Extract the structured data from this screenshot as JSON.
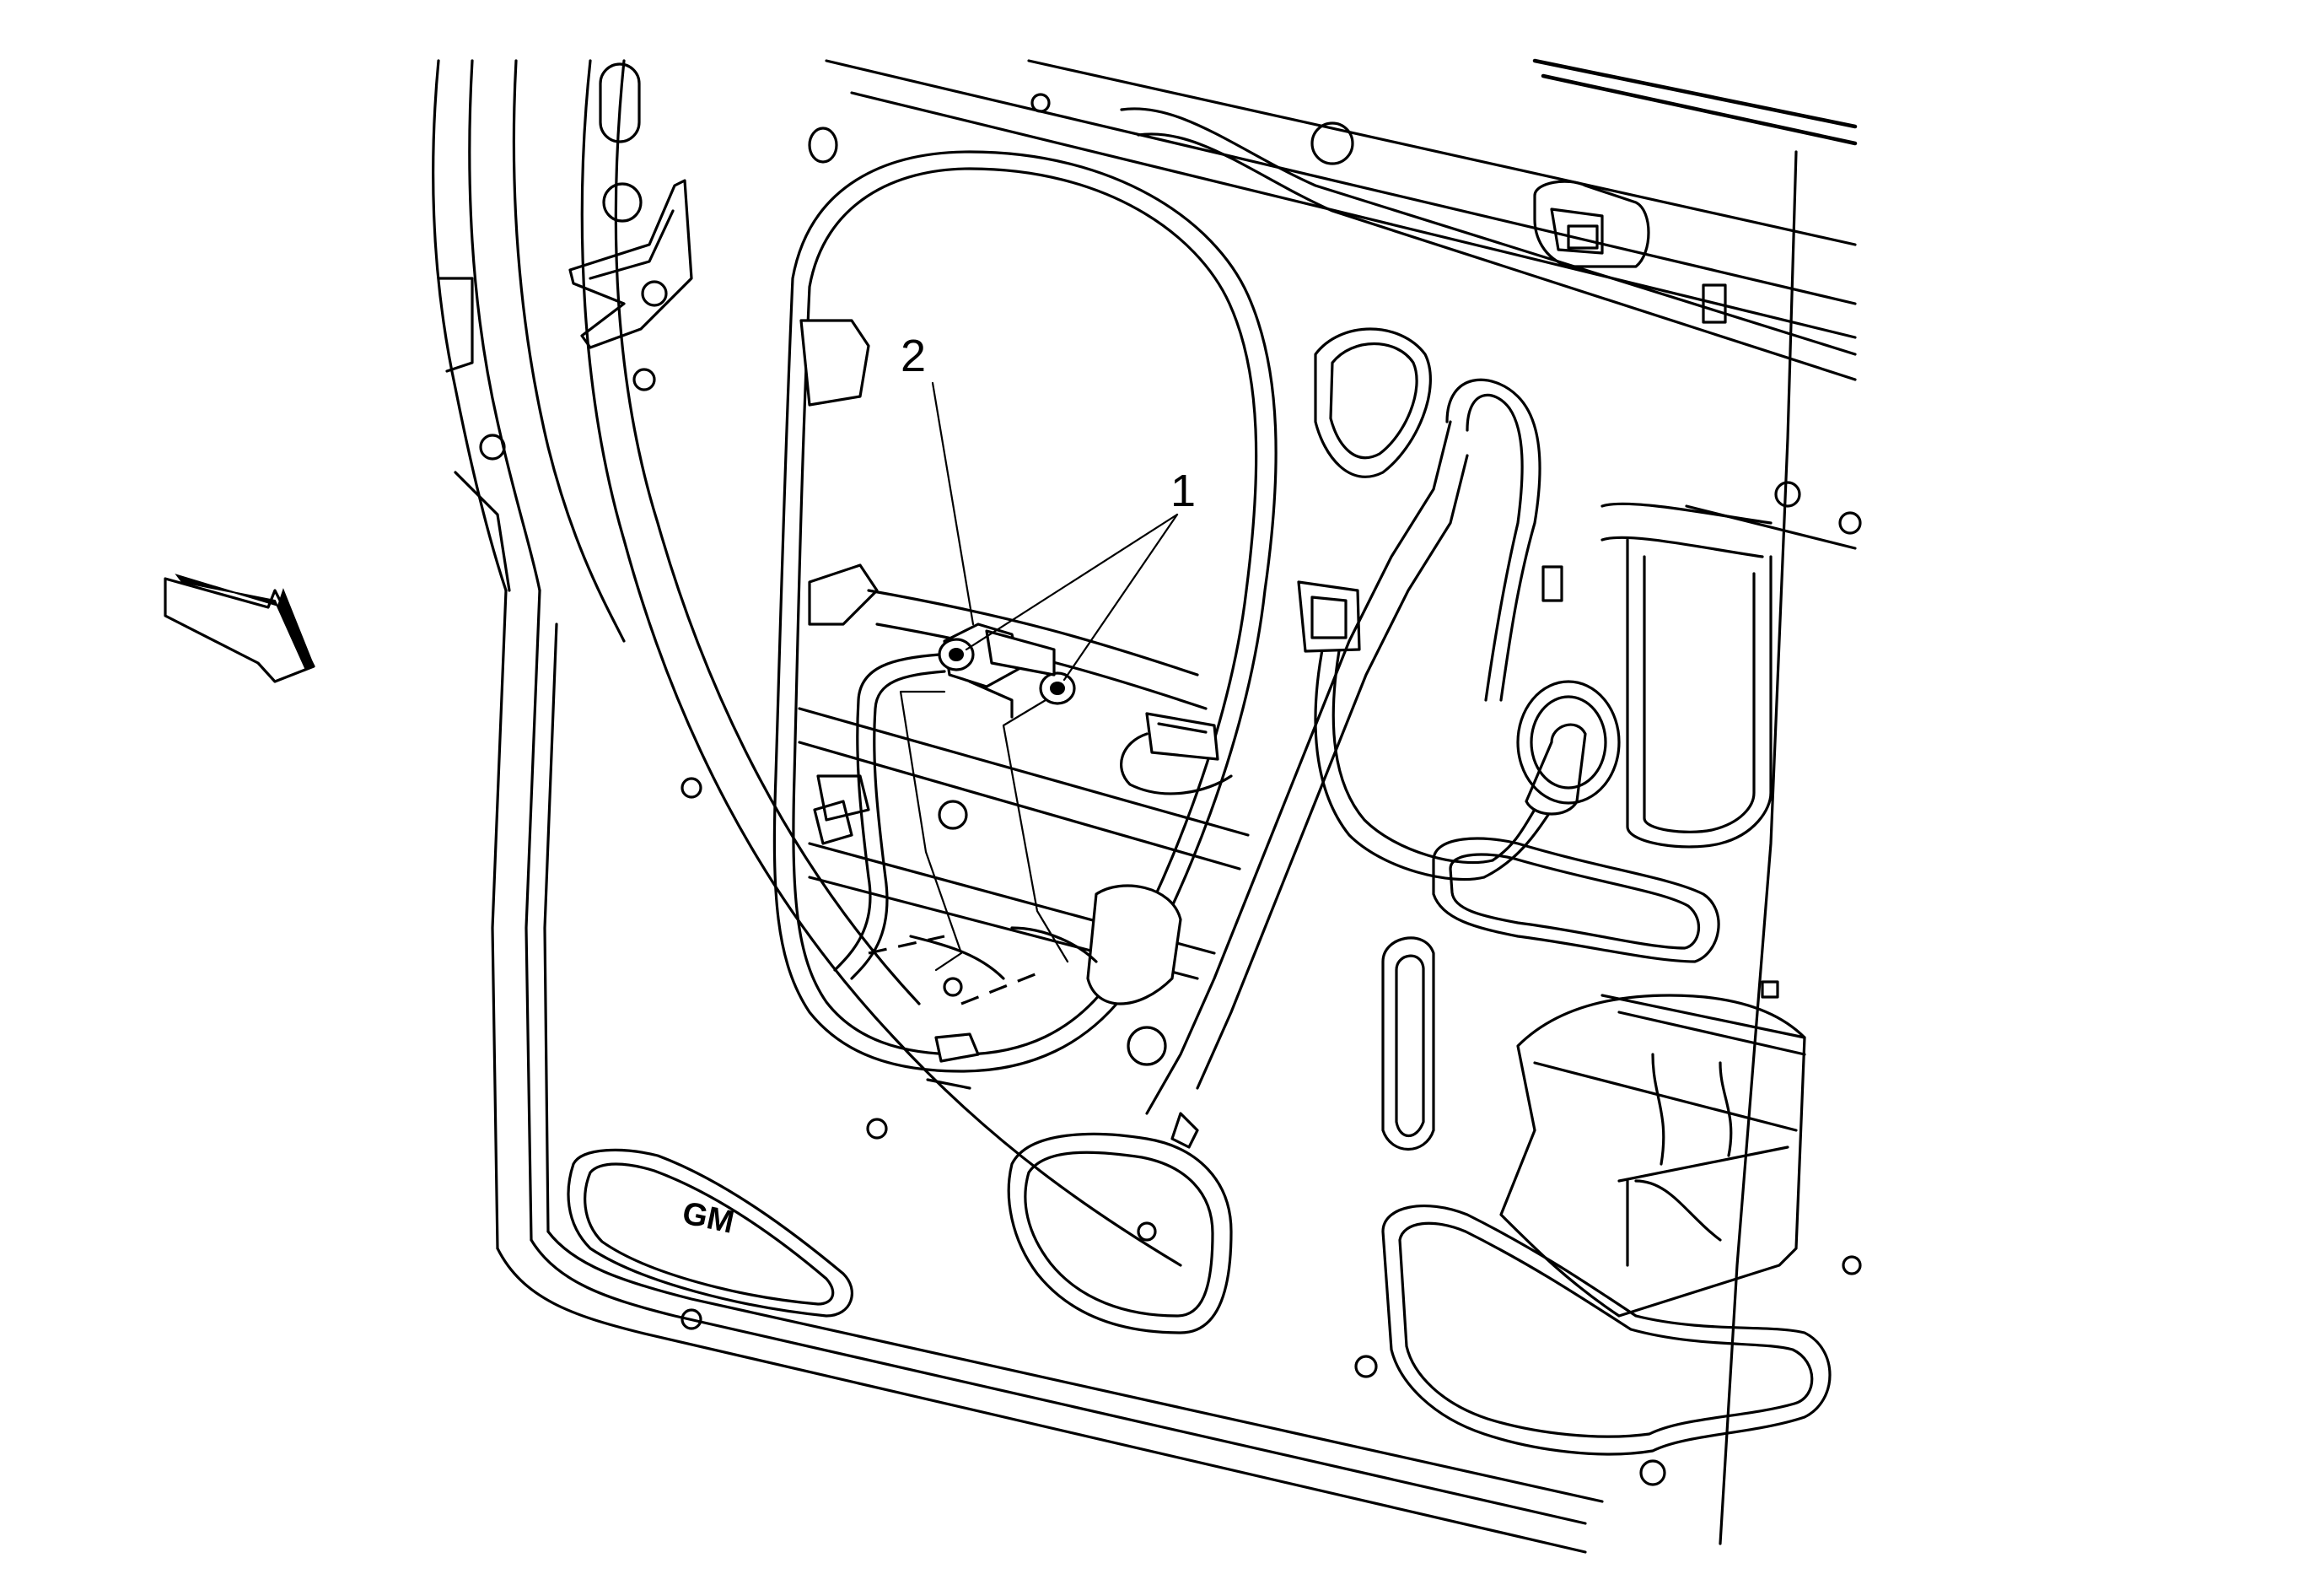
{
  "callouts": [
    {
      "label": "1",
      "part": "fastener"
    },
    {
      "label": "2",
      "part": "connector-bracket"
    }
  ],
  "logo": {
    "text": "GM"
  },
  "colors": {
    "line": "#000000",
    "background": "#ffffff"
  }
}
